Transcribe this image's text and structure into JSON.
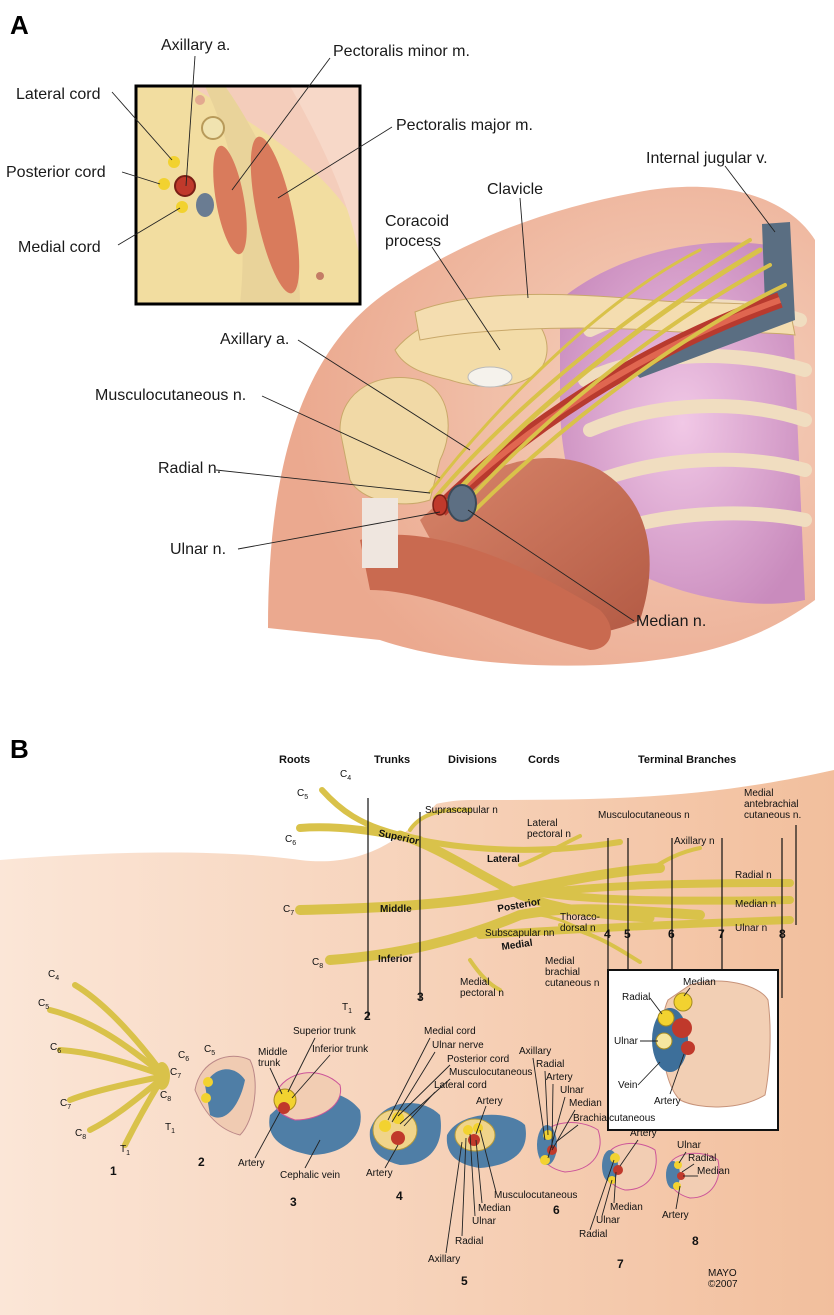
{
  "panel_a": {
    "letter": "A",
    "inset_labels": {
      "axillary_a": "Axillary a.",
      "pectoralis_minor": "Pectoralis minor m.",
      "pectoralis_major": "Pectoralis major m.",
      "lateral_cord": "Lateral cord",
      "posterior_cord": "Posterior cord",
      "medial_cord": "Medial cord"
    },
    "labels": {
      "internal_jugular": "Internal jugular v.",
      "clavicle": "Clavicle",
      "coracoid_1": "Coracoid",
      "coracoid_2": "process",
      "axillary_a": "Axillary a.",
      "musculocutaneous": "Musculocutaneous n.",
      "radial": "Radial n.",
      "ulnar": "Ulnar n.",
      "median": "Median n."
    }
  },
  "panel_b": {
    "letter": "B",
    "headers": {
      "roots": "Roots",
      "trunks": "Trunks",
      "divisions": "Divisions",
      "cords": "Cords",
      "terminal": "Terminal Branches"
    },
    "roots": {
      "c4": "C",
      "c4_sub": "4",
      "c5": "C",
      "c5_sub": "5",
      "c6": "C",
      "c6_sub": "6",
      "c7": "C",
      "c7_sub": "7",
      "c8": "C",
      "c8_sub": "8",
      "t1": "T",
      "t1_sub": "1"
    },
    "trunks": {
      "superior": "Superior",
      "middle": "Middle",
      "inferior": "Inferior"
    },
    "cords": {
      "lateral": "Lateral",
      "posterior": "Posterior",
      "medial": "Medial"
    },
    "nerves": {
      "suprascapular": "Suprascapular n",
      "lateral_pectoral_1": "Lateral",
      "lateral_pectoral_2": "pectoral n",
      "musculocutaneous": "Musculocutaneous n",
      "medial_antebrachial_1": "Medial",
      "medial_antebrachial_2": "antebrachial",
      "medial_antebrachial_3": "cutaneous n.",
      "axillary": "Axillary n",
      "radial": "Radial n",
      "median": "Median n",
      "ulnar": "Ulnar n",
      "thoracodorsal_1": "Thoraco-",
      "thoracodorsal_2": "dorsal n",
      "subscapular": "Subscapular nn",
      "medial_brachial_1": "Medial",
      "medial_brachial_2": "brachial",
      "medial_brachial_3": "cutaneous n",
      "medial_pectoral_1": "Medial",
      "medial_pectoral_2": "pectoral n"
    },
    "level_numbers": [
      "1",
      "2",
      "3",
      "4",
      "5",
      "6",
      "7",
      "8"
    ],
    "inset": {
      "median": "Median",
      "radial": "Radial",
      "ulnar": "Ulnar",
      "vein": "Vein",
      "artery": "Artery"
    },
    "cross_sections": {
      "s2_superior_trunk": "Superior trunk",
      "s2_middle_trunk_1": "Middle",
      "s2_middle_trunk_2": "trunk",
      "s2_inferior_trunk": "Inferior trunk",
      "s2_artery": "Artery",
      "s3_cephalic": "Cephalic vein",
      "s4_medial_cord": "Medial cord",
      "s4_ulnar_nerve": "Ulnar nerve",
      "s4_posterior_cord": "Posterior cord",
      "s4_musculocutaneous": "Musculocutaneous",
      "s4_lateral_cord": "Lateral cord",
      "s4_artery": "Artery",
      "s5_artery": "Artery",
      "s5_musculocutaneous": "Musculocutaneous",
      "s5_median": "Median",
      "s5_ulnar": "Ulnar",
      "s5_radial": "Radial",
      "s5_axillary": "Axillary",
      "s6_axillary": "Axillary",
      "s6_radial": "Radial",
      "s6_artery": "Artery",
      "s6_ulnar": "Ulnar",
      "s6_median": "Median",
      "s6_brachialcutaneous": "Brachialcutaneous",
      "s7_artery": "Artery",
      "s7_median": "Median",
      "s7_ulnar": "Ulnar",
      "s7_radial": "Radial",
      "s8_ulnar": "Ulnar",
      "s8_radial": "Radial",
      "s8_median": "Median",
      "s8_artery": "Artery"
    },
    "credit_1": "MAYO",
    "credit_2": "©2007"
  }
}
